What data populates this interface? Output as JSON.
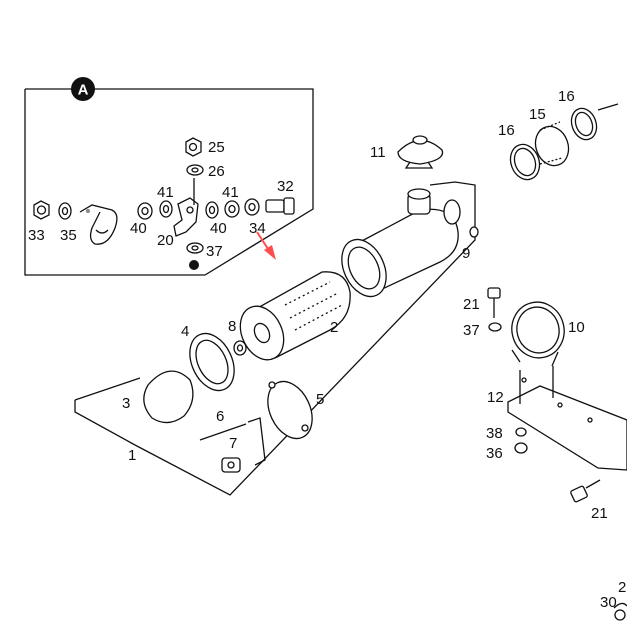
{
  "callout": {
    "letter": "A"
  },
  "labels": {
    "l1": "1",
    "l2": "2",
    "l3": "3",
    "l4": "4",
    "l5": "5",
    "l6": "6",
    "l7": "7",
    "l8": "8",
    "l9": "9",
    "l10": "10",
    "l11": "11",
    "l12": "12",
    "l15": "15",
    "l16a": "16",
    "l16b": "16",
    "l20": "20",
    "l21a": "21",
    "l21b": "21",
    "l25": "25",
    "l26": "26",
    "l30": "30",
    "l32": "32",
    "l33": "33",
    "l34": "34",
    "l35": "35",
    "l36": "36",
    "l37a": "37",
    "l37b": "37",
    "l38": "38",
    "l40a": "40",
    "l40b": "40",
    "l41a": "41",
    "l41b": "41",
    "l2edge": "2"
  },
  "colors": {
    "arrow": "#ff4d4d",
    "ink": "#111111",
    "callout_bg": "#111111"
  }
}
